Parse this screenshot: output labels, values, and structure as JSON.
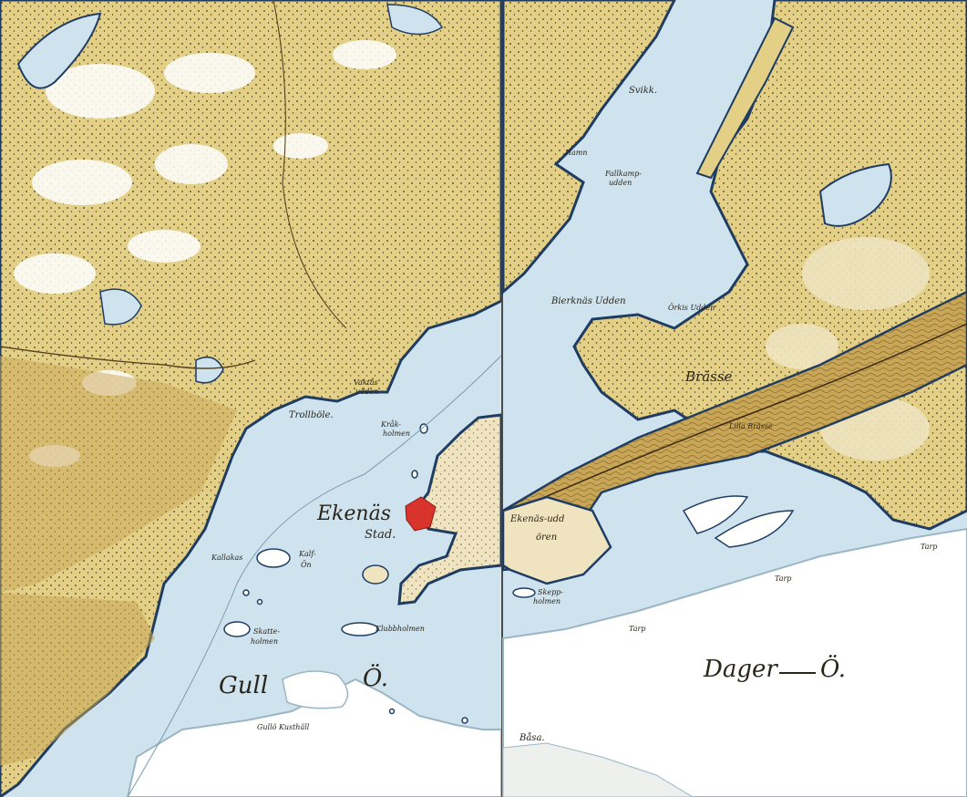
{
  "colors": {
    "water": "#cfe3ee",
    "land_yellow": "#e3cf86",
    "land_ochre": "#c9a556",
    "land_pale": "#efe4bf",
    "land_white": "#ffffff",
    "coast": "#1f3d63",
    "town_red": "#d9342b",
    "hatch": "#3c3a22",
    "sheet_divider": "#4a4a4a"
  },
  "labels": {
    "svikk": "Svikk.",
    "hamn": "Hamn",
    "fallkamp": "Fallkamp-",
    "fallkamp2": "udden",
    "bierknas_udden": "Bierknäs Udden",
    "orkas_udden": "Örkis Udden",
    "brasse": "Brässe",
    "trollbole": "Trollböle.",
    "vaktas": "Vaktås",
    "vaktas2": "udden",
    "krakas": "Kråk-",
    "krakas2": "holmen",
    "ekenas": "Ekenäs",
    "stad": "Stad.",
    "kallakas": "Kallakas",
    "kalf": "Kalf-",
    "kalf2": "Ön",
    "skatten": "Skatte-",
    "skatten2": "holmen",
    "klubb": "Klubbholmen",
    "gull": "Gull",
    "gull_o": "Ö.",
    "gullo_kusthall": "Gullö Kusthäll",
    "ekenas_udden": "Ekenäs-udd",
    "ekenas_udden2": "ören",
    "skepp": "Skepp-",
    "skepp2": "holmen",
    "dager": "Dager",
    "dager_o": "Ö.",
    "basa": "Båsa.",
    "tarp1": "Tarp",
    "tarp2": "Tarp",
    "tarp3": "Tarp",
    "lilla_brasse": "Lilla Brässe"
  }
}
